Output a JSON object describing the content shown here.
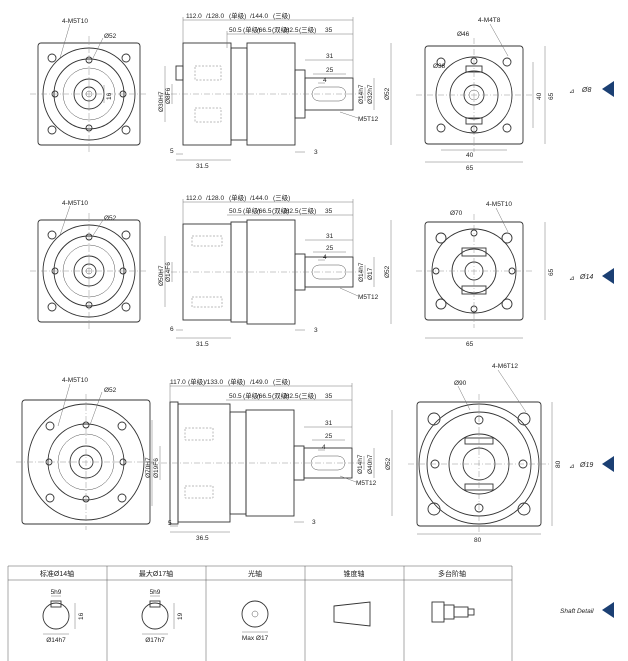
{
  "rows": [
    {
      "side_labels": {
        "holes": "4-M5T10",
        "flange_dia": "Ø52"
      },
      "dims_top": {
        "total_length": "112.0",
        "length_alt1": "/128.0",
        "note1": "(单级)",
        "length_alt2": "/144.0",
        "note2": "(三级)"
      },
      "dims_mid": {
        "len_a": "50.5",
        "note_a": "(单级)",
        "len_b": "/66.5",
        "note_b": "(双级)",
        "len_c": "/82.5",
        "note_c": "(三级)",
        "len_d": "35"
      },
      "dims_shaft": {
        "d31": "31",
        "d25": "25",
        "d4": "4",
        "thread": "M5T12"
      },
      "dims_bottom": {
        "d5": "5",
        "d31_5": "31.5",
        "d3": "3"
      },
      "left_verticals": {
        "pilot": "Ø30H7",
        "bore": "Ø8F6",
        "d16": "16"
      },
      "right_verticals": {
        "key": "Ø14h7",
        "shaft": "Ø32h7",
        "outer": "Ø52"
      },
      "front": {
        "pcd": "Ø46",
        "holes": "4-M4T8",
        "d38": "Ø38",
        "d40": "40",
        "d65": "65"
      },
      "shaft_label": "Ø8"
    },
    {
      "side_labels": {
        "holes": "4-M5T10",
        "flange_dia": "Ø52"
      },
      "dims_top": {
        "total_length": "112.0",
        "length_alt1": "/128.0",
        "note1": "(单级)",
        "length_alt2": "/144.0",
        "note2": "(三级)"
      },
      "dims_mid": {
        "len_a": "50.5",
        "note_a": "(单级)",
        "len_b": "/66.5",
        "note_b": "(双级)",
        "len_c": "/82.5",
        "note_c": "(三级)",
        "len_d": "35"
      },
      "dims_shaft": {
        "d31": "31",
        "d25": "25",
        "d4": "4",
        "thread": "M5T12"
      },
      "dims_bottom": {
        "d5": "6",
        "d31_5": "31.5",
        "d3": "3"
      },
      "left_verticals": {
        "pilot": "Ø50H7",
        "bore": "Ø14F6",
        "d16": ""
      },
      "right_verticals": {
        "key": "Ø14h7",
        "shaft": "Ø17",
        "outer": "Ø52"
      },
      "front": {
        "pcd": "Ø70",
        "holes": "4-M5T10",
        "d38": "",
        "d40": "",
        "d65": "65"
      },
      "shaft_label": "Ø14"
    },
    {
      "side_labels": {
        "holes": "4-M5T10",
        "flange_dia": "Ø52"
      },
      "dims_top": {
        "total_length": "117.0",
        "length_alt1": "/133.0",
        "note1": "(单级)",
        "length_alt2": "/149.0",
        "note2": "(三级)"
      },
      "dims_mid": {
        "len_a": "50.5",
        "note_a": "(单级)",
        "len_b": "/66.5",
        "note_b": "(双级)",
        "len_c": "/82.5",
        "note_c": "(三级)",
        "len_d": "35"
      },
      "dims_shaft": {
        "d31": "31",
        "d25": "25",
        "d4": "4",
        "thread": "M5T12"
      },
      "dims_bottom": {
        "d5": "5",
        "d31_5": "36.5",
        "d3": "3"
      },
      "left_verticals": {
        "pilot": "Ø70H7",
        "bore": "Ø19F6",
        "d16": ""
      },
      "right_verticals": {
        "key": "Ø14h7",
        "shaft": "Ø40h7",
        "outer": "Ø52"
      },
      "front": {
        "pcd": "Ø90",
        "holes": "4-M6T12",
        "d38": "",
        "d40": "80",
        "d65": "80"
      },
      "shaft_label": "Ø19"
    }
  ],
  "shaft_details": {
    "title": "Shaft Detail",
    "items": [
      {
        "label": "标准Ø14轴",
        "top": "5h9",
        "bottom": "Ø14h7",
        "side": "16"
      },
      {
        "label": "最大Ø17轴",
        "top": "5h9",
        "bottom": "Ø17h7",
        "side": "19"
      },
      {
        "label": "光轴",
        "top": "",
        "bottom": "Max Ø17",
        "side": ""
      },
      {
        "label": "锥度轴",
        "top": "",
        "bottom": "",
        "side": ""
      },
      {
        "label": "多台阶轴",
        "top": "",
        "bottom": "",
        "side": ""
      }
    ]
  },
  "colors": {
    "marker": "#1b3f73",
    "line": "#333333"
  }
}
